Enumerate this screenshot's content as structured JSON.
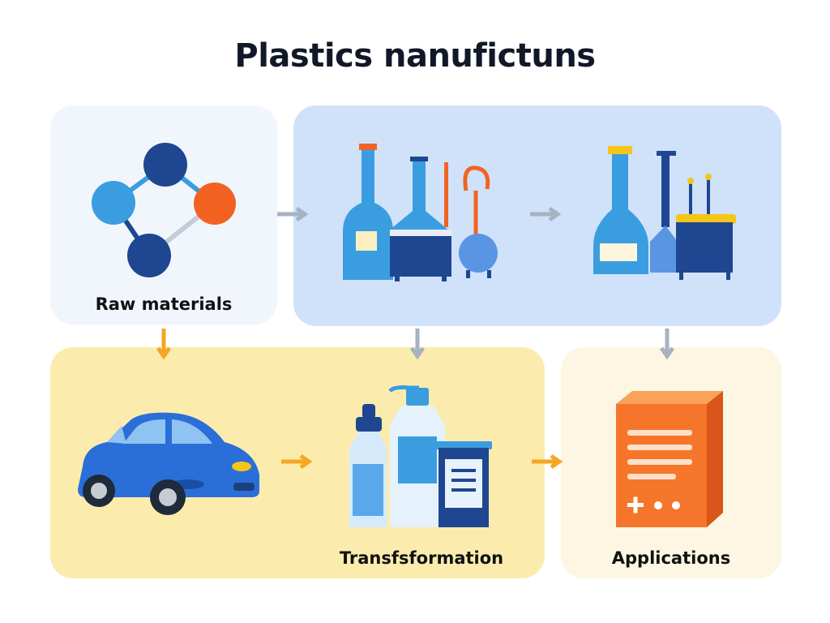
{
  "title": "Plastics nanufictuns",
  "stages": {
    "raw_materials": {
      "label": "Raw materials"
    },
    "transformation": {
      "label": "Transfsformation"
    },
    "applications": {
      "label": "Applications"
    }
  },
  "colors": {
    "raw_panel": "#f1f6fd",
    "process_panel": "#cfe2fa",
    "transform_panel": "#fbecad",
    "applications_panel": "#fdf6e2",
    "arrow_gray": "#a6b3c0",
    "arrow_orange": "#f5a623",
    "node_dark": "#1f4690",
    "node_light": "#3a9de0",
    "node_orange": "#f26322",
    "car_blue": "#2a6fd8",
    "box_orange": "#f5762a"
  },
  "icons": [
    "molecule-icon",
    "flask-icon",
    "reactor-icon",
    "thermometer-icon",
    "hook-icon",
    "flask-icon",
    "vessel-icon",
    "car-icon",
    "dropper-bottle-icon",
    "pump-bottle-icon",
    "container-icon",
    "product-box-icon"
  ]
}
